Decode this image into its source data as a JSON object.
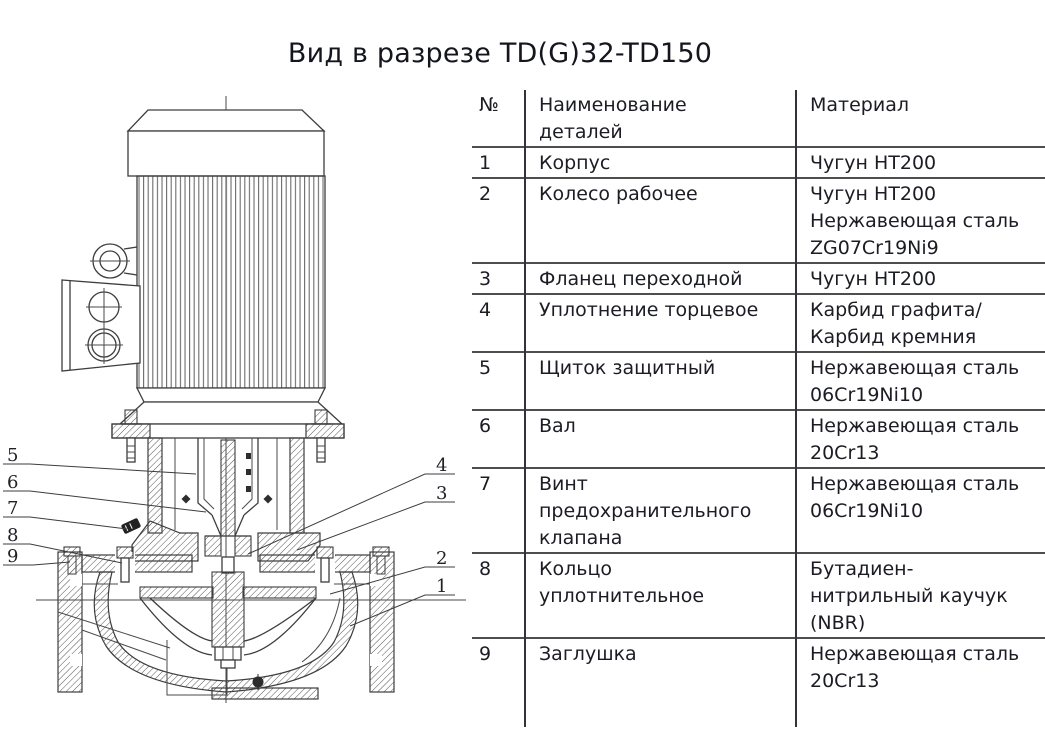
{
  "title": "Вид в разрезе TD(G)32-TD150",
  "table": {
    "headers": {
      "num": "№",
      "name": "Наименование\nдеталей",
      "material": "Материал"
    },
    "rows": [
      {
        "num": "1",
        "name": "Корпус",
        "material": "Чугун HT200"
      },
      {
        "num": "2",
        "name": "Колесо рабочее",
        "material": "Чугун HT200\nНержавеющая сталь\nZG07Cr19Ni9"
      },
      {
        "num": "3",
        "name": "Фланец переходной",
        "material": "Чугун HT200"
      },
      {
        "num": "4",
        "name": "Уплотнение торцевое",
        "material": "Карбид графита/\nКарбид кремния"
      },
      {
        "num": "5",
        "name": "Щиток защитный",
        "material": "Нержавеющая сталь\n06Cr19Ni10"
      },
      {
        "num": "6",
        "name": "Вал",
        "material": "Нержавеющая сталь\n20Cr13"
      },
      {
        "num": "7",
        "name": "Винт\nпредохранительного\nклапана",
        "material": "Нержавеющая сталь\n06Cr19Ni10"
      },
      {
        "num": "8",
        "name": "Кольцо\nуплотнительное",
        "material": "Бутадиен-\nнитрильный каучук\n(NBR)"
      },
      {
        "num": "9",
        "name": "Заглушка",
        "material": "Нержавеющая сталь\n20Cr13"
      }
    ]
  },
  "diagram": {
    "callouts": [
      {
        "label": "5"
      },
      {
        "label": "6"
      },
      {
        "label": "7"
      },
      {
        "label": "8"
      },
      {
        "label": "9"
      },
      {
        "label": "4"
      },
      {
        "label": "3"
      },
      {
        "label": "2"
      },
      {
        "label": "1"
      }
    ]
  },
  "colors": {
    "line": "#3d3d3d",
    "text": "#1b1c24",
    "row_border": "#4e4e4e",
    "col_border": "#33343a"
  }
}
